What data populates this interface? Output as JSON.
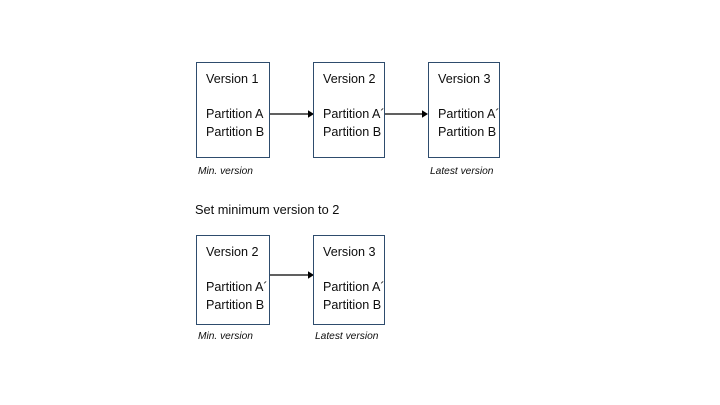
{
  "diagram": {
    "title": "Partition version retention diagram",
    "background_color": "#ffffff",
    "box_border_color": "#2e4c6d",
    "text_color": "#0d0d0d",
    "arrow_color": "#000000",
    "heading": "Set minimum version to 2",
    "rows": [
      {
        "id": "before",
        "boxes": [
          {
            "id": "v1",
            "title": "Version 1",
            "partitions": [
              "Partition A",
              "Partition B"
            ],
            "caption": "Min. version"
          },
          {
            "id": "v2",
            "title": "Version 2",
            "partitions": [
              "Partition A´",
              "Partition B"
            ],
            "caption": ""
          },
          {
            "id": "v3",
            "title": "Version 3",
            "partitions": [
              "Partition A´",
              "Partition B"
            ],
            "caption": "Latest version"
          }
        ],
        "arrows": 2
      },
      {
        "id": "after",
        "boxes": [
          {
            "id": "v2b",
            "title": "Version 2",
            "partitions": [
              "Partition A´",
              "Partition B"
            ],
            "caption": "Min. version"
          },
          {
            "id": "v3b",
            "title": "Version 3",
            "partitions": [
              "Partition A´",
              "Partition B"
            ],
            "caption": "Latest version"
          }
        ],
        "arrows": 1
      }
    ]
  }
}
